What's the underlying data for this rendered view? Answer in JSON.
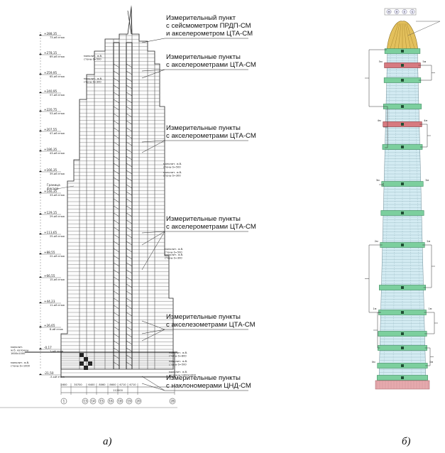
{
  "panel_a": {
    "label": "а)",
    "callouts": [
      {
        "lines": [
          "Измерительный пункт",
          "с сейсмометром ПРДП-СМ",
          "и акселерометром ЦТА-СМ"
        ]
      },
      {
        "lines": [
          "Измерительные пункты",
          "с акселерометрами ЦТА-СМ"
        ]
      },
      {
        "lines": [
          "Измерительные пункты",
          "с акселерометрами ЦТА-СМ"
        ]
      },
      {
        "lines": [
          "Измерительные пункты",
          "с акселерометрами ЦТА-СМ"
        ]
      },
      {
        "lines": [
          "Измерительные пункты",
          "с акселезометрами ЦТА-СМ"
        ]
      },
      {
        "lines": [
          "Измерительные пункты",
          "с наклономерами ЦНД-СМ"
        ]
      }
    ],
    "elevations": [
      "+288,35",
      "+278,15",
      "+259,95",
      "+240,95",
      "+220,75",
      "+207,55",
      "+186,35",
      "+166,35",
      "+146,35",
      "+129,15",
      "+113,65",
      "+88,55",
      "+66,55",
      "+44,23",
      "+26,65",
      "-0,17",
      "-21,50"
    ],
    "floor_labels": [
      "73-ий этаж",
      "69-ий этаж",
      "65-ий этаж",
      "57-ий этаж",
      "53-ий этаж",
      "47-ий этаж",
      "43-ий этаж",
      "39-ий этаж",
      "33-ий этаж",
      "29-ий этаж",
      "25-ий этаж",
      "22-ий этаж",
      "15-ий этаж",
      "11-ий этаж",
      "8-ий этаж",
      "1-ый этаж",
      "-5-ый этаж"
    ],
    "notes": [
      {
        "lines": [
          "монолит. ж.б.",
          "стены δ=500"
        ]
      },
      {
        "lines": [
          "монолит. ж.б.",
          "стены δ=300"
        ]
      },
      {
        "lines": [
          "монолит. ж.б.",
          "стены δ=500"
        ]
      },
      {
        "lines": [
          "монолит. ж.б.",
          "стены δ=300"
        ]
      },
      {
        "lines": [
          "монолит. ж.б.",
          "стены δ=500"
        ]
      },
      {
        "lines": [
          "монолит. ж.б.",
          "стены δ=300"
        ]
      },
      {
        "lines": [
          "монолит. ж.б.",
          "стены δ=800"
        ]
      },
      {
        "lines": [
          "монолит. ж.б.",
          "стены δ=500"
        ]
      },
      {
        "lines": [
          "монолит. ж.б.",
          "колонны 1400х1400"
        ]
      }
    ],
    "left_notes": [
      {
        "lines": [
          "монолит.",
          "ж.б. колонны",
          "1600х1000"
        ]
      },
      {
        "lines": [
          "монолит. ж.б.",
          "стены δ=1000"
        ]
      }
    ],
    "boundary_label": [
      "Граница",
      "фасада"
    ],
    "axis_labels": [
      "1",
      "13",
      "14",
      "15",
      "16",
      "18",
      "19",
      "20",
      "28"
    ],
    "dimension_labels": [
      "1600",
      "30700",
      "6400",
      "8060",
      "8600",
      "6710",
      "6710",
      "112000"
    ]
  },
  "panel_b": {
    "label": "б)",
    "top_labels": [
      "М",
      "Н",
      "Е",
      "S"
    ],
    "level_codes": [
      "5м",
      "5м",
      "4м",
      "4м",
      "3м",
      "3м",
      "2м",
      "2м",
      "1м",
      "1м",
      "0м",
      "0м"
    ],
    "colors": {
      "crown": "#e3c05c",
      "shaft": "#d3ebf2",
      "level_band": "#7ccf9e",
      "red_band": "#d77a80",
      "foundation": "#e6a9ad"
    }
  }
}
